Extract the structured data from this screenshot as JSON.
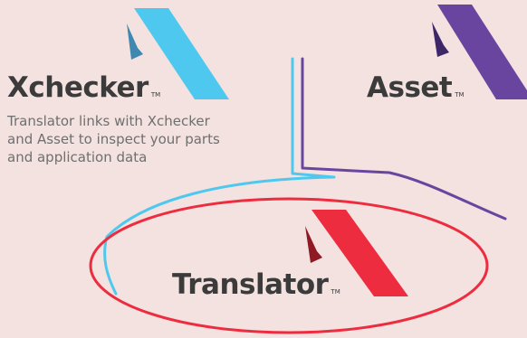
{
  "products": {
    "xchecker": {
      "name": "Xchecker",
      "tm": "TM",
      "color": "#4fc8ef",
      "shade": "#3f88b0"
    },
    "asset": {
      "name": "Asset",
      "tm": "TM",
      "color": "#6a45a0",
      "shade": "#3d2768"
    },
    "translator": {
      "name": "Translator",
      "tm": "TM",
      "color": "#ee2c40",
      "shade": "#8f1a24"
    }
  },
  "caption": "Translator links with Xchecker\nand Asset to inspect your parts\nand application data",
  "colors": {
    "background": "#f3e2df",
    "text": "#3b3b3b",
    "caption": "#6f6f6f"
  }
}
